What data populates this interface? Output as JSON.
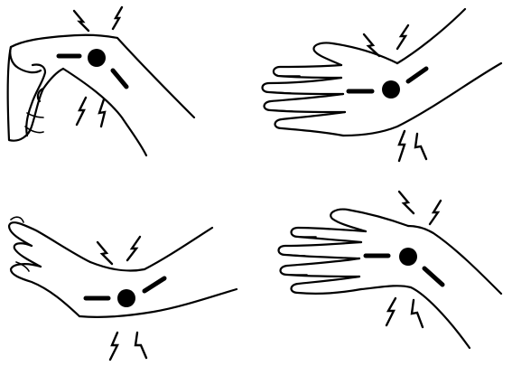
{
  "figure": {
    "background": "#ffffff",
    "ink": "#000000",
    "panels": [
      {
        "pose": "wrist-flexed-palm-down",
        "icons": [
          "pain-bolt-icon",
          "pain-bolt-icon",
          "pain-bolt-icon",
          "pain-bolt-icon"
        ]
      },
      {
        "pose": "hand-extended-palm-up",
        "icons": [
          "pain-bolt-icon",
          "pain-bolt-icon",
          "pain-bolt-icon",
          "pain-bolt-icon"
        ]
      },
      {
        "pose": "wrist-extended-fingers-up",
        "icons": [
          "pain-bolt-icon",
          "pain-bolt-icon",
          "pain-bolt-icon",
          "pain-bolt-icon"
        ]
      },
      {
        "pose": "hand-extended-palm-up-bent",
        "icons": [
          "pain-bolt-icon",
          "pain-bolt-icon",
          "pain-bolt-icon",
          "pain-bolt-icon"
        ]
      }
    ]
  }
}
